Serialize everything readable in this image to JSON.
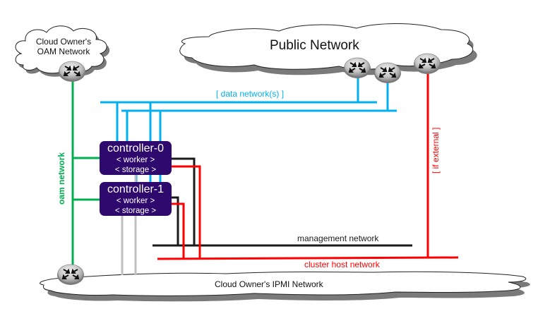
{
  "colors": {
    "data_network": "#00b0f0",
    "oam_network": "#00b050",
    "management_network": "#1a1a1a",
    "cluster_host_network": "#ff0000",
    "ipmi_link": "#c0c0c0",
    "controller_fill": "#2e0a6e",
    "controller_text": "#ffffff"
  },
  "clouds": {
    "oam": {
      "line1": "Cloud Owner's",
      "line2": "OAM Network"
    },
    "public": {
      "label": "Public Network"
    },
    "ipmi": {
      "label": "Cloud Owner's IPMI Network"
    }
  },
  "networks": {
    "data": "[ data network(s) ]",
    "oam": "oam network",
    "if_external": "[ if external ]",
    "management": "management network",
    "cluster_host": "cluster host network"
  },
  "controllers": [
    {
      "name": "controller-0",
      "role1": "< worker >",
      "role2": "< storage >"
    },
    {
      "name": "controller-1",
      "role1": "< worker >",
      "role2": "< storage >"
    }
  ],
  "icons": {
    "router": "router-icon"
  }
}
